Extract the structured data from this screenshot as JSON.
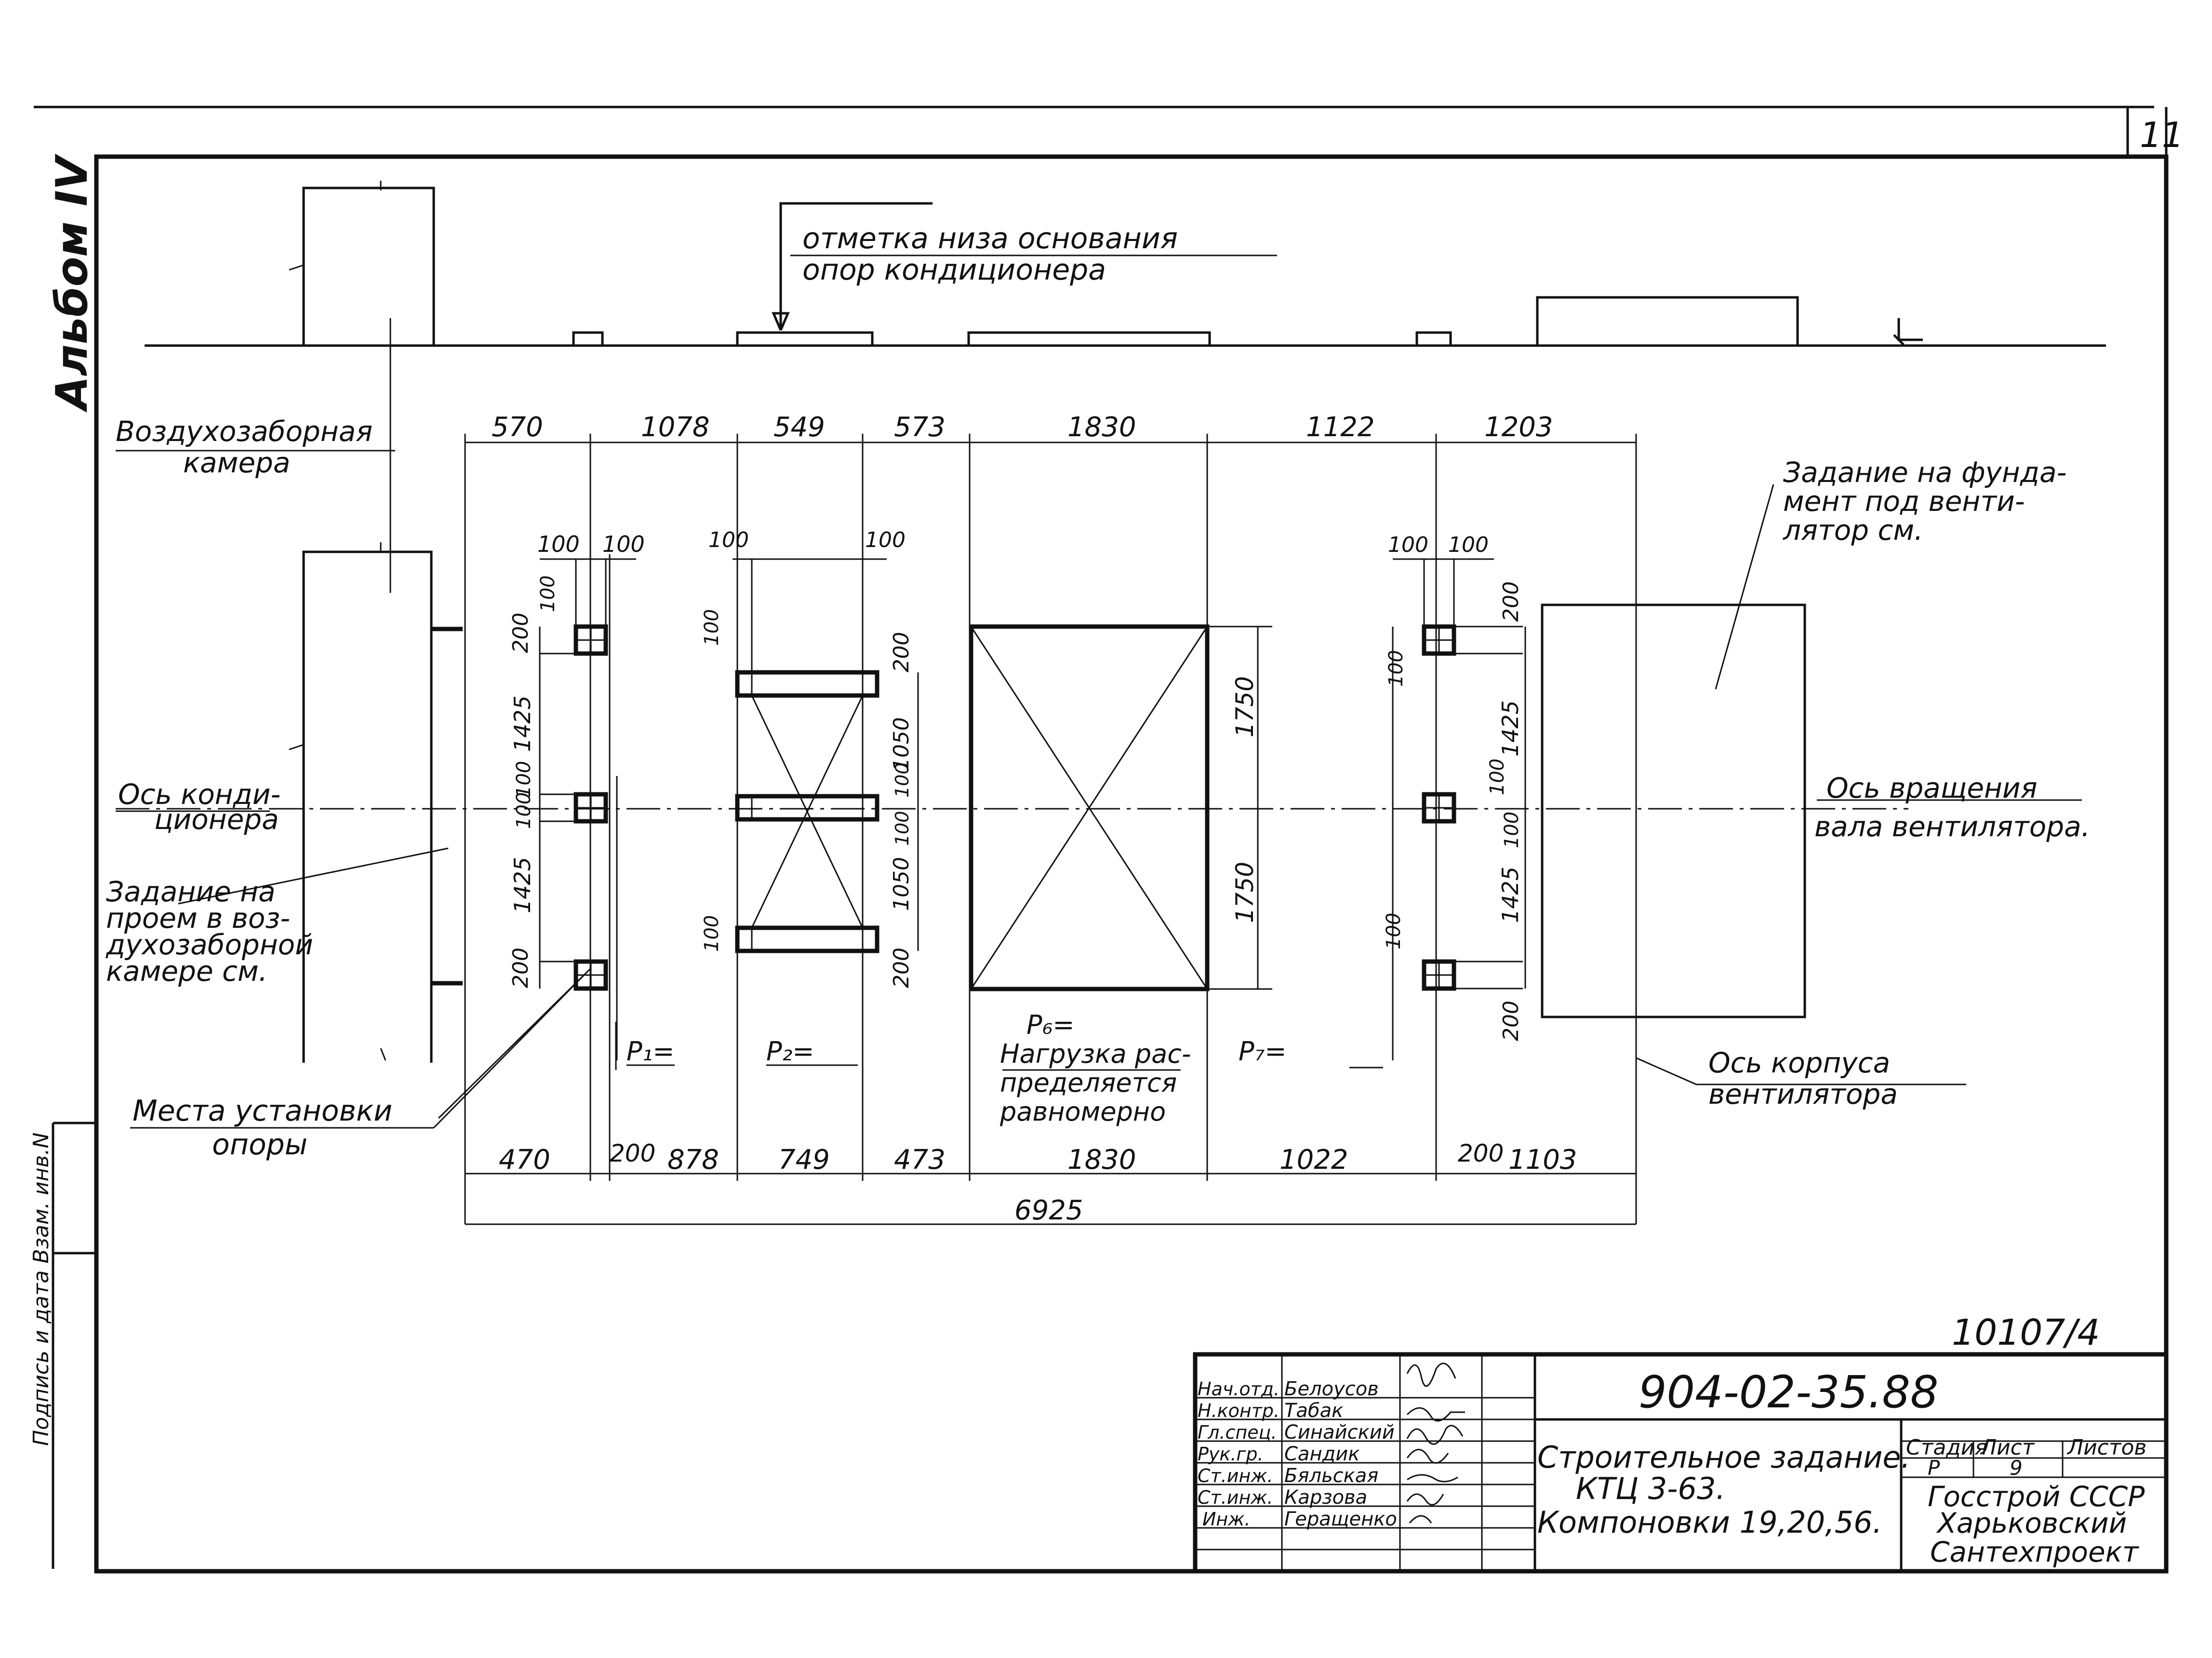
{
  "sheet_number": "11",
  "album": "Альбом IV",
  "top_note": [
    "отметка низа основания",
    "опор кондиционера"
  ],
  "labels": {
    "air_intake": [
      "Воздухозаборная",
      "камера"
    ],
    "conditioner_axis": [
      "Ось конди-",
      "ционера"
    ],
    "opening_task": [
      "Задание на",
      "проем в воз-",
      "духозаборной",
      "камере см."
    ],
    "support_places": [
      "Места установки",
      "опоры"
    ],
    "fan_foundation": [
      "Задание на фунда-",
      "мент под венти-",
      "лятор см."
    ],
    "fan_shaft_axis": [
      "Ось вращения",
      "вала вентилятора."
    ],
    "fan_body_axis": [
      "Ось корпуса",
      "вентилятора"
    ],
    "p1": "P₁=",
    "p2": "P₂=",
    "p6": "P₆=",
    "p6_note": [
      "Нагрузка рас-",
      "пределяется",
      "равномерно"
    ],
    "p7": "P₇="
  },
  "dims_top": [
    "570",
    "1078",
    "549",
    "573",
    "1830",
    "1122",
    "1203"
  ],
  "dims_bottom": [
    "470",
    "200",
    "878",
    "749",
    "473",
    "1830",
    "1022",
    "200",
    "1103"
  ],
  "dim_total": "6925",
  "dims_small": {
    "hundred": "100",
    "two_hundred": "200",
    "d1425": "1425",
    "d1050": "1050",
    "d1750": "1750"
  },
  "side_stamp": "Подпись и дата  Взам. инв.N",
  "drawing_code": "10107/4",
  "title_block": {
    "doc_number": "904-02-35.88",
    "title_lines": [
      "Строительное задание.",
      "КТЦ 3-63.",
      "Компоновки 19,20,56."
    ],
    "stage_header": "Стадия",
    "sheet_header": "Лист",
    "sheets_header": "Листов",
    "stage": "Р",
    "sheet": "9",
    "org_lines": [
      "Госстрой СССР",
      "Харьковский",
      "Сантехпроект"
    ],
    "staff": [
      {
        "role": "Нач.отд.",
        "name": "Белоусов"
      },
      {
        "role": "Н.контр.",
        "name": "Табак"
      },
      {
        "role": "Гл.спец.",
        "name": "Синайский"
      },
      {
        "role": "Рук.гр.",
        "name": "Сандик"
      },
      {
        "role": "Ст.инж.",
        "name": "Бяльская"
      },
      {
        "role": "Ст.инж.",
        "name": "Карзова"
      },
      {
        "role": "Инж.",
        "name": "Геращенко"
      }
    ]
  }
}
